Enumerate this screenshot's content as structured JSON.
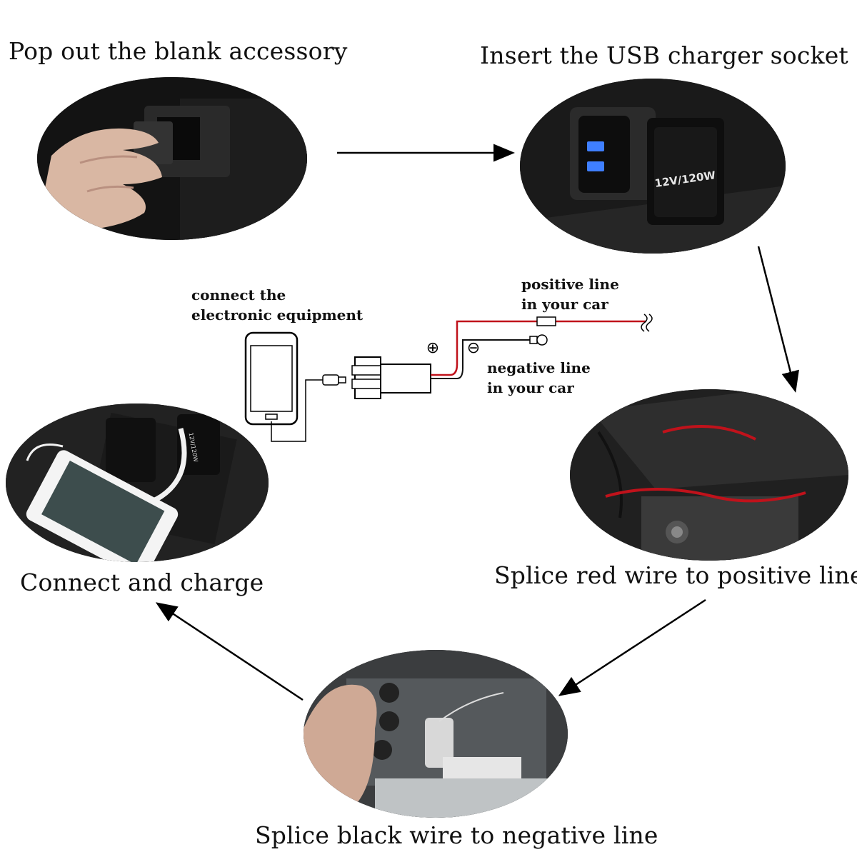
{
  "steps": {
    "step1": {
      "label": "Pop out the blank accessory"
    },
    "step2": {
      "label": "Insert the USB charger socket",
      "socket_text": "12V/120W"
    },
    "step3": {
      "label": "Splice red wire to positive line"
    },
    "step4": {
      "label": "Splice black wire to negative line"
    },
    "step5": {
      "label": "Connect and charge",
      "socket_text": "12V/120W"
    }
  },
  "wiring": {
    "device_note": {
      "line1": "connect the",
      "line2": "electronic equipment"
    },
    "positive_note": {
      "line1": "positive line",
      "line2": "in your car"
    },
    "negative_note": {
      "line1": "negative line",
      "line2": "in your car"
    },
    "positive_symbol": "⊕",
    "negative_symbol": "⊖"
  },
  "colors": {
    "positive_wire": "#c0121b",
    "negative_wire": "#111111",
    "usb_blue": "#3f7fff"
  }
}
